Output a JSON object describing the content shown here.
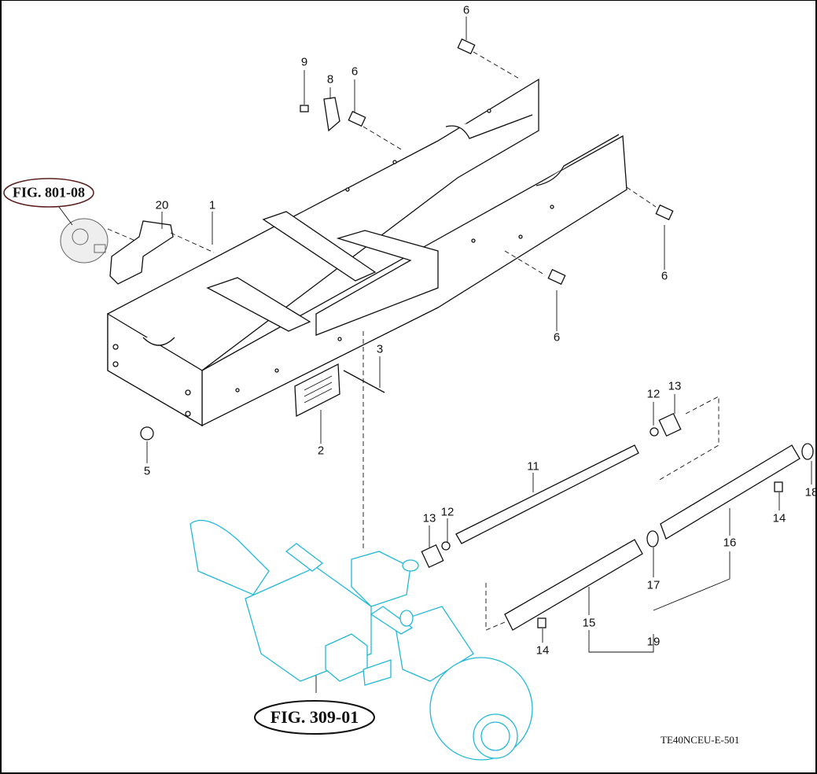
{
  "diagram": {
    "fig_refs": [
      "FIG. 801-08",
      "FIG. 309-01"
    ],
    "drawing_code": "TE40NCEU-E-501",
    "callouts": [
      "6",
      "9",
      "8",
      "6",
      "20",
      "1",
      "6",
      "6",
      "3",
      "2",
      "5",
      "13",
      "12",
      "11",
      "13",
      "12",
      "18",
      "14",
      "16",
      "17",
      "15",
      "19",
      "14"
    ],
    "colors": {
      "line": "#111111",
      "axle": "#22b8d8"
    }
  }
}
